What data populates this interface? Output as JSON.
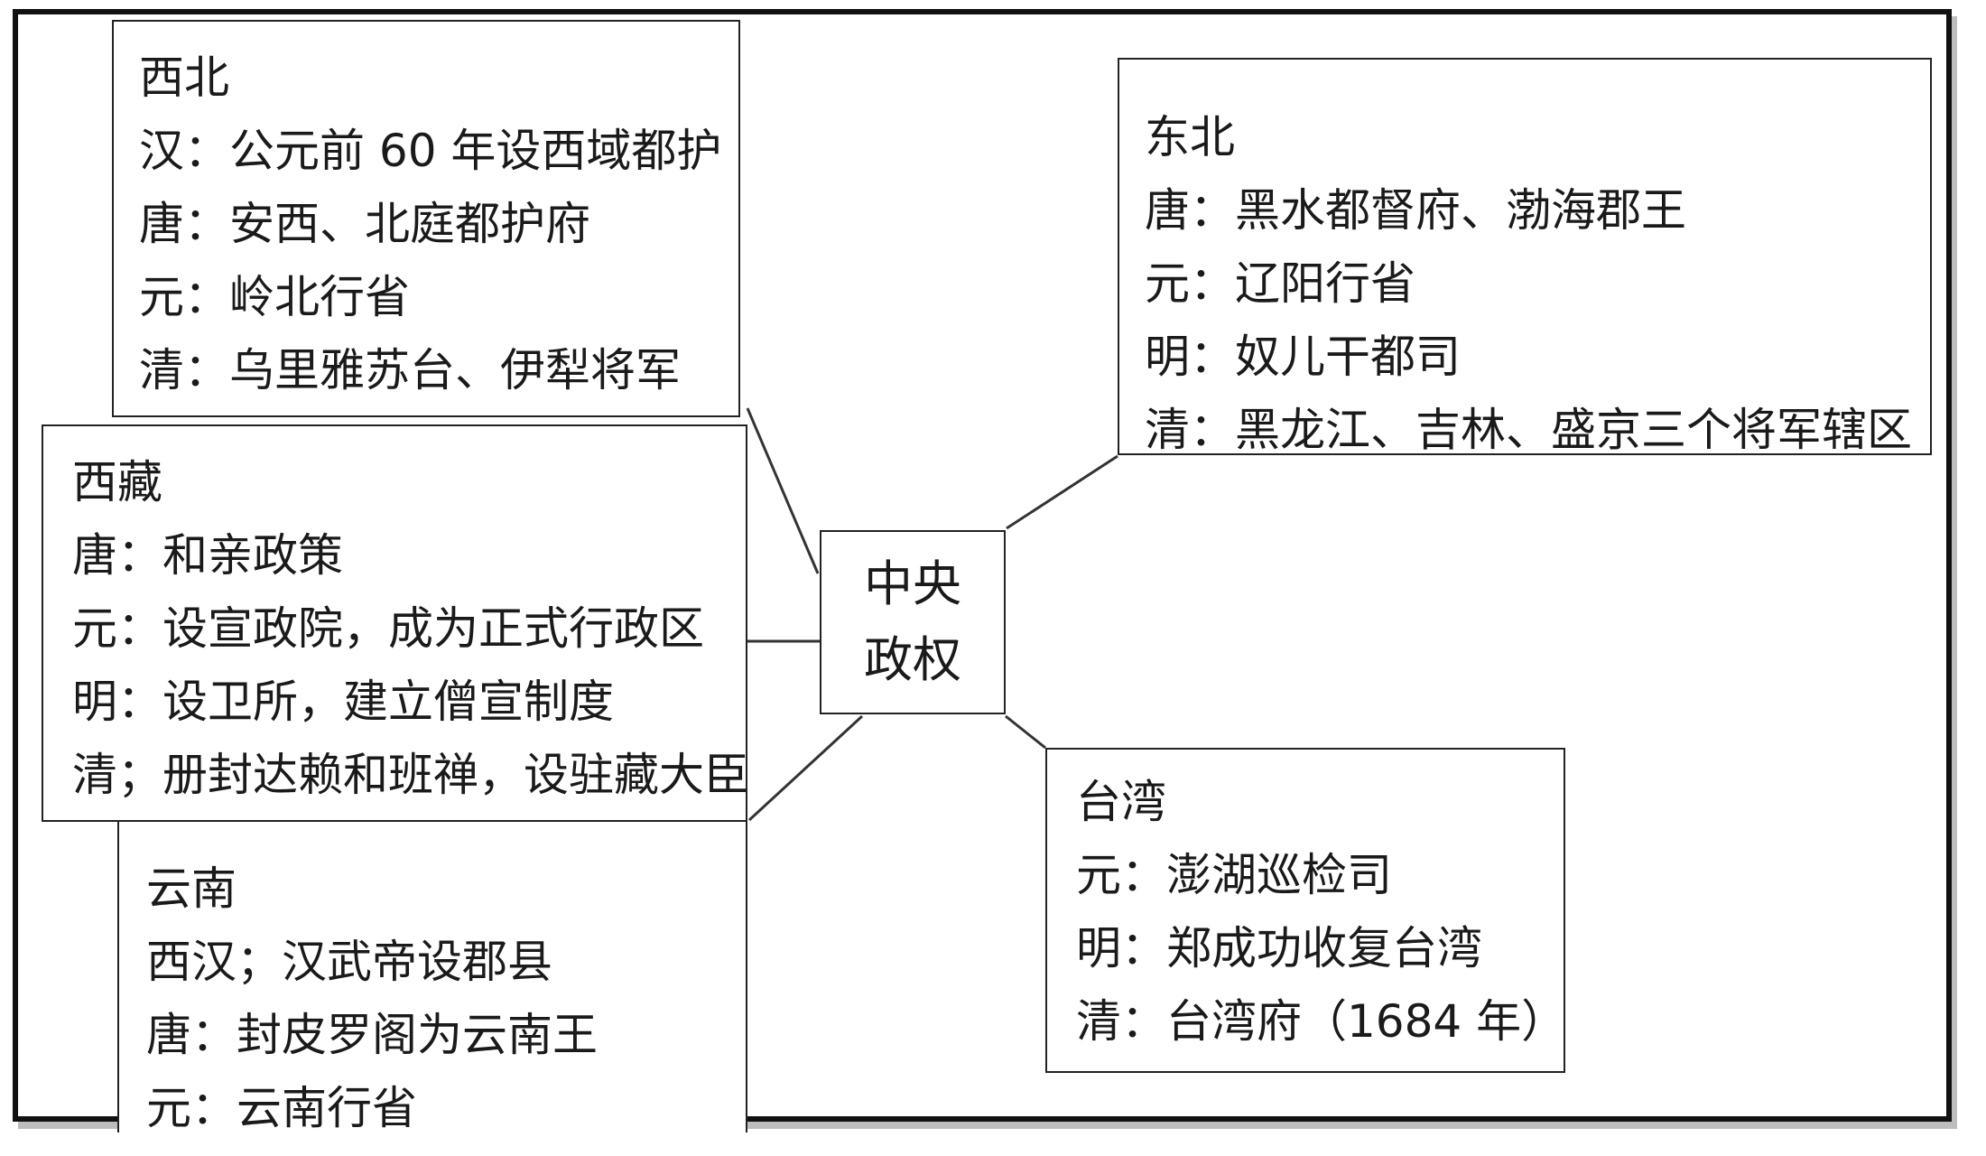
{
  "center": {
    "line1": "中央",
    "line2": "政权"
  },
  "regions": {
    "northwest": {
      "title": "西北",
      "lines": [
        "汉：公元前 60 年设西域都护",
        "唐：安西、北庭都护府",
        "元：岭北行省",
        "清：乌里雅苏台、伊犁将军"
      ]
    },
    "northeast": {
      "title": "东北",
      "lines": [
        "唐：黑水都督府、渤海郡王",
        "元：辽阳行省",
        "明：奴儿干都司",
        "清：黑龙江、吉林、盛京三个将军辖区"
      ]
    },
    "tibet": {
      "title": "西藏",
      "lines": [
        "唐：和亲政策",
        "元：设宣政院，成为正式行政区",
        "明：设卫所，建立僧宣制度",
        "清；册封达赖和班禅，设驻藏大臣"
      ]
    },
    "yunnan": {
      "title": "云南",
      "lines": [
        "西汉；汉武帝设郡县",
        "唐：封皮罗阁为云南王",
        "元：云南行省"
      ]
    },
    "taiwan": {
      "title": "台湾",
      "lines": [
        "元：澎湖巡检司",
        "明：郑成功收复台湾",
        "清：台湾府（1684 年）"
      ]
    }
  }
}
